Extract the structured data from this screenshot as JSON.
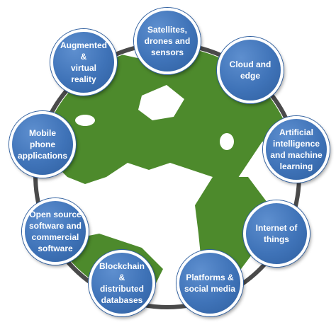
{
  "colors": {
    "ocean": "#ffffff",
    "land": "#4d8a2c",
    "ring": "#4a4a4a",
    "node_fill": "#3f73b8",
    "node_border": "#ffffff",
    "label": "#ffffff"
  },
  "nodes": [
    {
      "id": "satellites",
      "label": "Satellites,\ndrones and\nsensors"
    },
    {
      "id": "cloud",
      "label": "Cloud and edge"
    },
    {
      "id": "ai",
      "label": "Artificial\nintelligence\nand machine\nlearning"
    },
    {
      "id": "iot",
      "label": "Internet of\nthings"
    },
    {
      "id": "platforms",
      "label": "Platforms &\nsocial media"
    },
    {
      "id": "blockchain",
      "label": "Blockchain &\ndistributed\ndatabases"
    },
    {
      "id": "opensource",
      "label": "Open source\nsoftware and\ncommercial\nsoftware"
    },
    {
      "id": "mobile",
      "label": "Mobile phone\napplications"
    },
    {
      "id": "ar",
      "label": "Augmented &\nvirtual reality"
    }
  ]
}
